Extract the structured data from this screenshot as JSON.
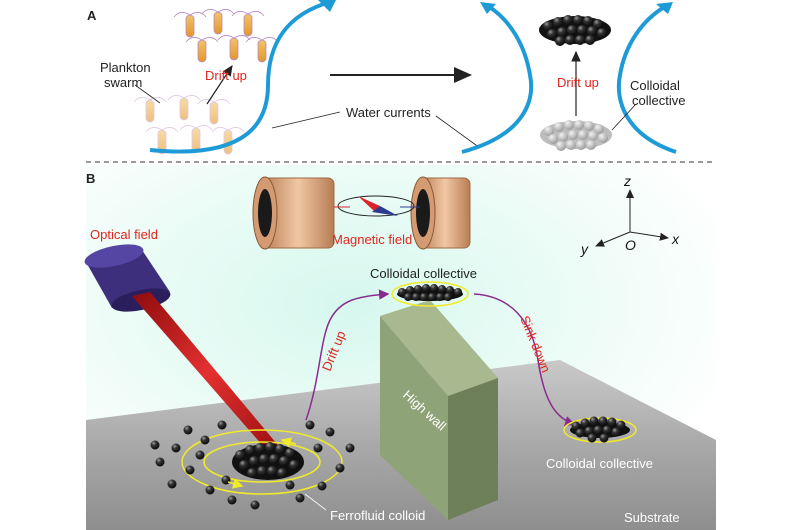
{
  "panel_a": {
    "letter": "A",
    "plankton_label_line1": "Plankton",
    "plankton_label_line2": "swarm",
    "drift_up_left": "Drift up",
    "water_currents": "Water currents",
    "drift_up_right": "Drift up",
    "colloidal_label_line1": "Colloidal",
    "colloidal_label_line2": "collective"
  },
  "panel_b": {
    "letter": "B",
    "optical_field": "Optical field",
    "magnetic_field": "Magnetic field",
    "colloidal_collective_top": "Colloidal collective",
    "drift_up": "Drift up",
    "sink_down": "Sink down",
    "high_wall": "High wall",
    "colloidal_collective_right": "Colloidal collective",
    "ferrofluid_colloid": "Ferrofluid colloid",
    "substrate": "Substrate",
    "axis_z": "z",
    "axis_y": "y",
    "axis_x": "x",
    "axis_origin": "O"
  },
  "colors": {
    "accent_red": "#e0261f",
    "current_blue": "#1e9bd7",
    "wall_green": "#8fa378",
    "purple_path": "#8a2c8f",
    "yellow_ring": "#f1ea2a"
  }
}
